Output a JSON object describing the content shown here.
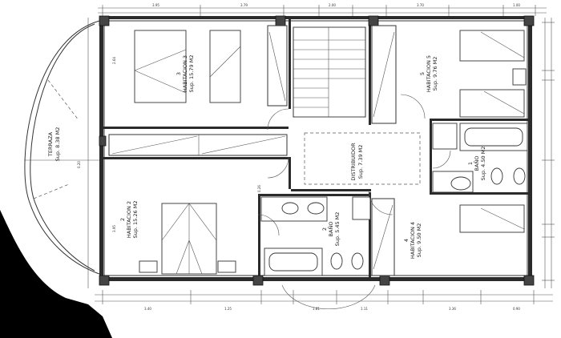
{
  "rooms": [
    {
      "key": "hab3",
      "num": "3",
      "name": "HABITACION 3",
      "area": "Sup. 15.79 M2"
    },
    {
      "key": "hab5",
      "num": "5",
      "name": "HABITACION 5",
      "area": "Sup. 9.76 M2"
    },
    {
      "key": "distrib",
      "name": "DISTRIBUIDOR",
      "area": "Sup. 7.39 M2"
    },
    {
      "key": "bano1",
      "num": "1",
      "name": "BAÑO",
      "area": "Sup. 4.50 M2"
    },
    {
      "key": "hab2",
      "num": "2",
      "name": "HABITACION 2",
      "area": "Sup. 15.26 M2"
    },
    {
      "key": "bano2",
      "num": "2",
      "name": "BAÑO",
      "area": "Sup. 5.45 M2"
    },
    {
      "key": "hab4",
      "num": "4",
      "name": "HABITACION 4",
      "area": "Sup. 9.50 M2"
    },
    {
      "key": "terraza",
      "name": "TERRAZA",
      "area": "Sup. 8.38 M2"
    }
  ],
  "dims": [
    "3.95",
    "3.79",
    "3.70",
    "1.00",
    "2.00",
    "1.81",
    "3.40",
    "3.36",
    "0.20",
    "0.90",
    "1.25",
    "2.64",
    "1.11",
    "0.26"
  ]
}
